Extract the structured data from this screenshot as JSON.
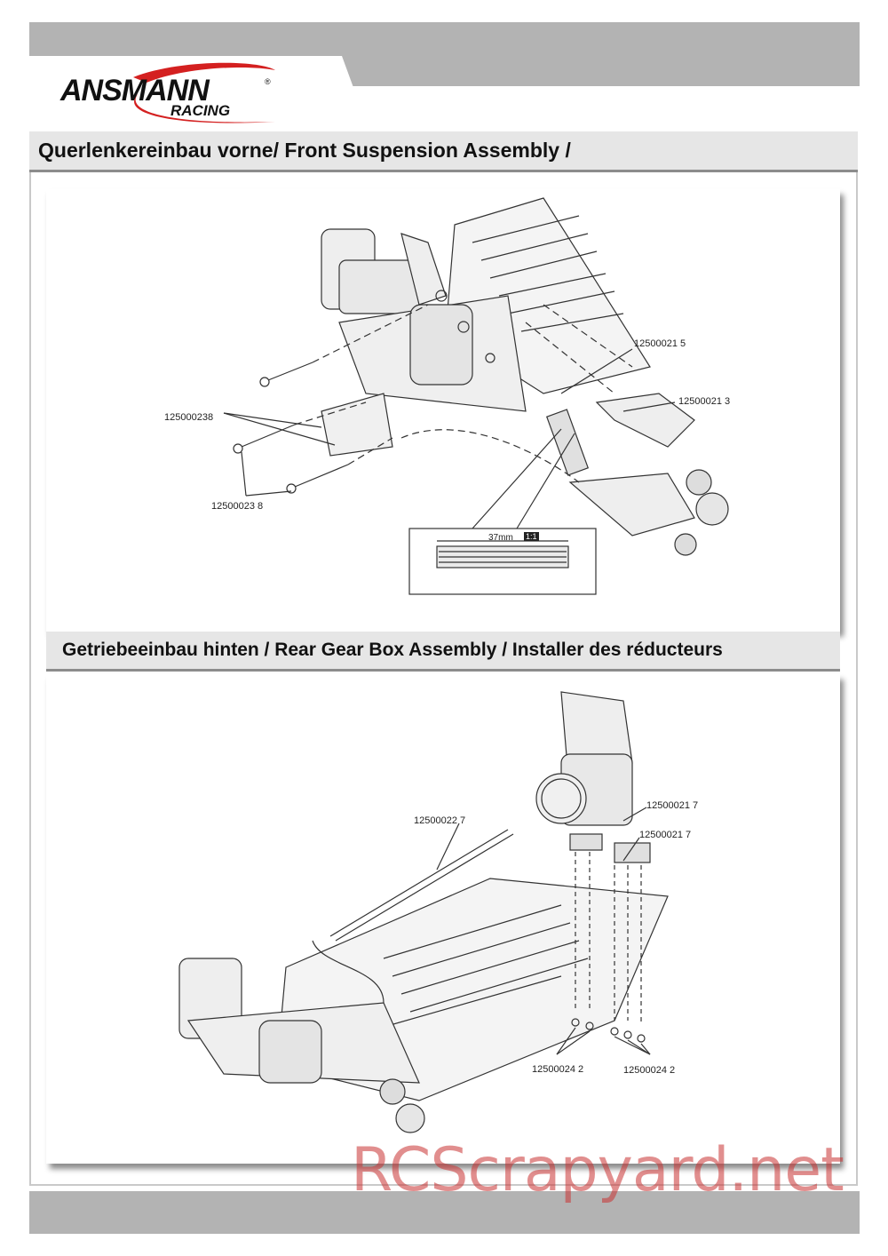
{
  "brand": {
    "name": "ANSMANN",
    "sub": "RACING",
    "registered": "®"
  },
  "section_front": {
    "title": "Querlenkereinbau vorne/ Front Suspension Assembly /",
    "labels": [
      "12500021 5",
      "12500021 3",
      "125000238",
      "12500023 8"
    ],
    "detail": "37mm",
    "detail_qty": "1:1"
  },
  "section_rear": {
    "title": "Getriebeeinbau hinten / Rear Gear Box Assembly / Installer des réducteurs",
    "labels": [
      "12500022 7",
      "12500021 7",
      "12500021 7",
      "12500024 2",
      "12500024 2"
    ]
  },
  "watermark": "RCScrapyard.net"
}
